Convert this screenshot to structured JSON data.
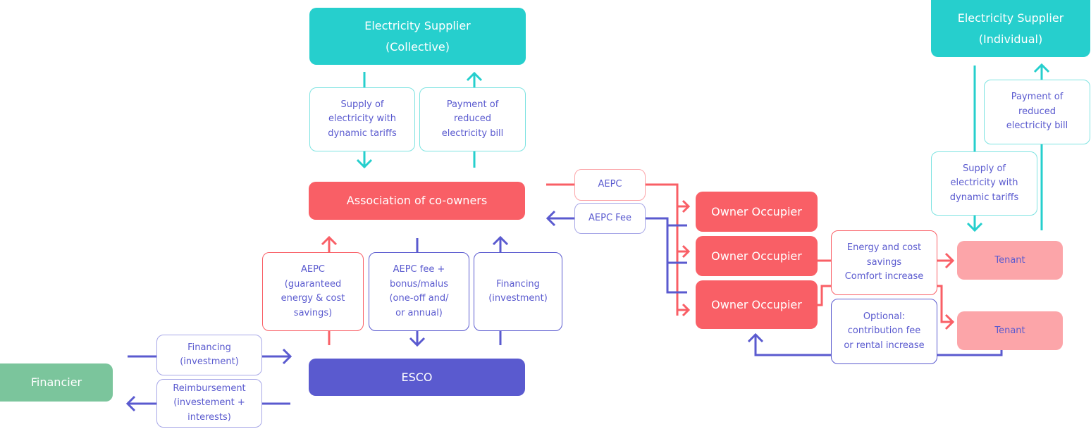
{
  "colors": {
    "teal": "#26cfcd",
    "red": "#f95f66",
    "blue": "#5a5acf",
    "green": "#7bc59c",
    "pink": "#fca5a9",
    "label_text": "#5a5acf"
  },
  "nodes": {
    "supplier_collective": "Electricity Supplier\n(Collective)",
    "supplier_individual": "Electricity Supplier\n(Individual)",
    "association": "Association of co-owners",
    "esco": "ESCO",
    "financier": "Financier",
    "owner_occupier_1": "Owner Occupier",
    "owner_occupier_2": "Owner Occupier",
    "owner_occupier_3": "Owner Occupier",
    "tenant_1": "Tenant",
    "tenant_2": "Tenant"
  },
  "flows": {
    "collective_supply": "Supply of\nelectricity with\ndynamic tariffs",
    "collective_payment": "Payment of\nreduced\nelectricity bill",
    "individual_payment": "Payment of\nreduced\nelectricity bill",
    "individual_supply": "Supply of\nelectricity with\ndynamic tariffs",
    "aepc_guarantee": "AEPC\n(guaranteed\nenergy & cost\nsavings)",
    "aepc_fee_bonus": "AEPC fee +\nbonus/malus\n(one-off and/\nor annual)",
    "financing_esco": "Financing\n(investment)",
    "financing_financier": "Financing\n(investment)",
    "reimbursement": "Reimbursement\n(investement +\ninterests)",
    "aepc_to_owners": "AEPC",
    "aepc_fee_from_owners": "AEPC Fee",
    "tenant_benefits": "Energy and cost\nsavings\nComfort increase",
    "tenant_contribution": "Optional:\ncontribution fee\nor rental increase"
  }
}
